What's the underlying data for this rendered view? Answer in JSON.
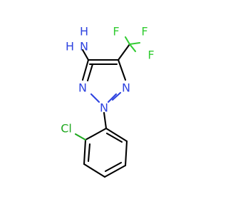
{
  "molecule": {
    "atoms": {
      "amine_n": "N",
      "amine_h1": "H",
      "amine_h2": "H",
      "n_left": "N",
      "n_center": "N",
      "n_right": "N",
      "f_top": "F",
      "f_left": "F",
      "f_right": "F",
      "cl": "Cl"
    },
    "colors": {
      "nitrogen": "#2f44e0",
      "fluorine": "#33cc33",
      "chlorine": "#1fa81f",
      "carbon": "#000000"
    }
  }
}
